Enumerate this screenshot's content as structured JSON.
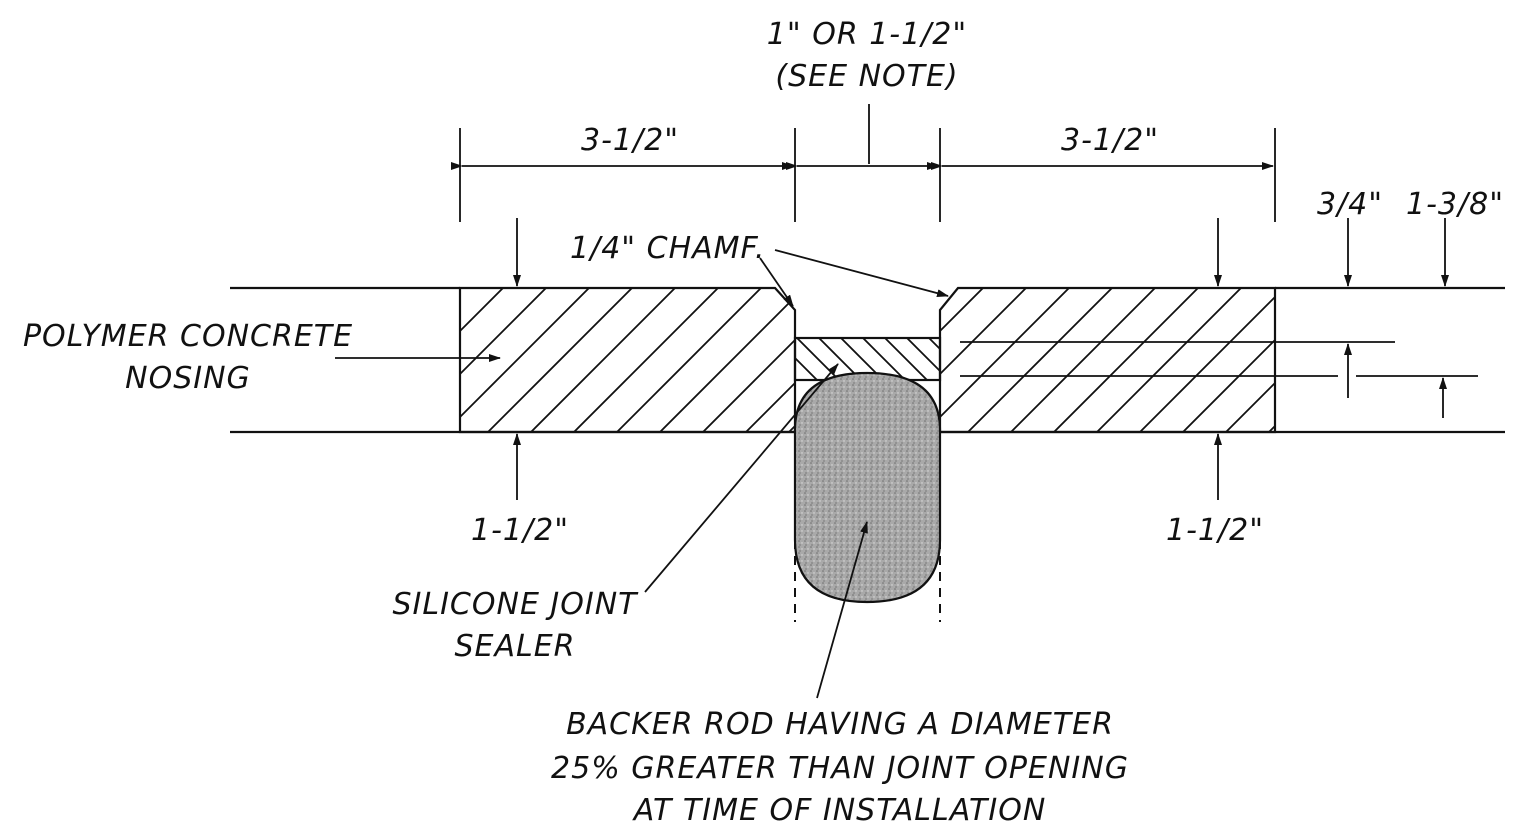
{
  "labels": {
    "joint_width": "1\" OR 1-1/2\"",
    "see_note": "(SEE NOTE)",
    "left_width": "3-1/2\"",
    "right_width": "3-1/2\"",
    "chamfer": "1/4\" CHAMF.",
    "polymer_line1": "POLYMER CONCRETE",
    "polymer_line2": "NOSING",
    "bottom_left": "1-1/2\"",
    "bottom_right": "1-1/2\"",
    "sealant_depth": "3/4\"",
    "rod_depth": "1-3/8\"",
    "silicone_line1": "SILICONE JOINT",
    "silicone_line2": "SEALER",
    "backer_line1": "BACKER ROD HAVING A DIAMETER",
    "backer_line2": "25% GREATER THAN JOINT OPENING",
    "backer_line3": "AT TIME OF INSTALLATION"
  },
  "colors": {
    "ink": "#111111",
    "backer_rod_fill": "#a9a9a9",
    "background": "#ffffff"
  }
}
